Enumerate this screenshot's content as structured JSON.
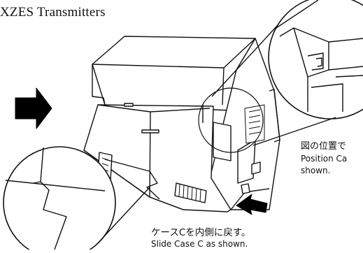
{
  "title": "XZES Transmitters",
  "note_position": {
    "jp": "図の位置で",
    "en_line1": "Position Ca",
    "en_line2": "shown."
  },
  "note_slide": {
    "jp": "ケースCを内側に戻す。",
    "en": "Slide Case C as shown."
  },
  "colors": {
    "line": "#111111",
    "fill": "#ffffff",
    "arrow": "#000000"
  }
}
